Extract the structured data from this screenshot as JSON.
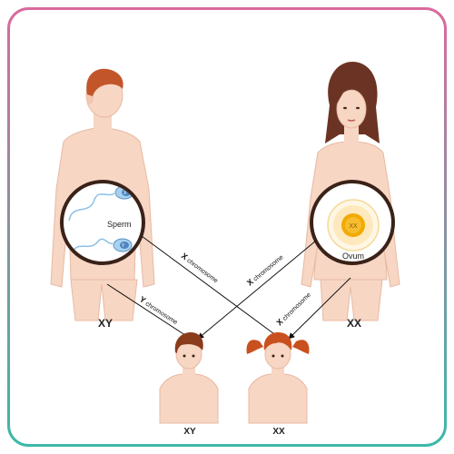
{
  "colors": {
    "frame_gradient_top": "#d96a9e",
    "frame_gradient_bottom": "#3bb8a8",
    "skin": "#f7d6c4",
    "skin_stroke": "#e8b9a3",
    "male_hair": "#c2562a",
    "female_hair": "#6b3323",
    "boy_hair": "#8a3b1c",
    "girl_hair": "#c9501f",
    "circle_ring": "#3a2218",
    "sperm_color": "#8cc0e8",
    "ovum_yolk": "#f2a900"
  },
  "icons": {
    "man": "male-figure-icon",
    "woman": "female-figure-icon",
    "boy": "boy-figure-icon",
    "girl": "girl-figure-icon",
    "sperm": "sperm-cell-icon",
    "ovum": "ovum-cell-icon"
  },
  "labels": {
    "father_genotype": "XY",
    "mother_genotype": "XX",
    "son_genotype": "XY",
    "daughter_genotype": "XX",
    "sperm": "Sperm",
    "ovum": "Ovum",
    "ovum_chromosomes": "XX",
    "sperm_x_chromosome_letter": "X",
    "sperm_y_chromosome_letter": "Y",
    "ovum_x_chromosome_letter_1": "X",
    "ovum_x_chromosome_letter_2": "X",
    "chromosome_word": "chromosome"
  }
}
